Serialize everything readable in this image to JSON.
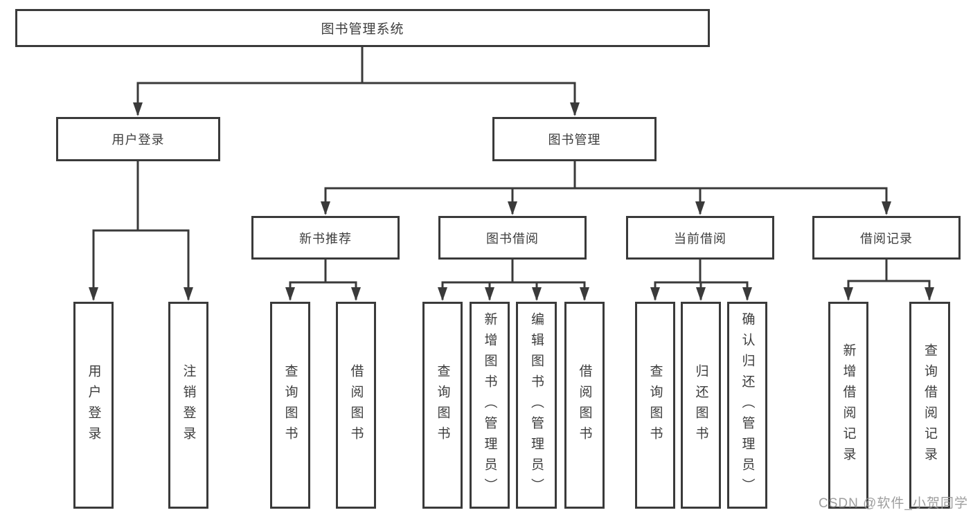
{
  "diagram": {
    "root": {
      "label": "图书管理系统"
    },
    "level2": [
      {
        "id": "user-login",
        "label": "用户登录"
      },
      {
        "id": "book-management",
        "label": "图书管理"
      }
    ],
    "level3": [
      {
        "id": "new-book-recommend",
        "label": "新书推荐"
      },
      {
        "id": "book-borrowing",
        "label": "图书借阅"
      },
      {
        "id": "current-borrowing",
        "label": "当前借阅"
      },
      {
        "id": "borrowing-records",
        "label": "借阅记录"
      }
    ],
    "leaves": {
      "user_login": [
        {
          "label": "用户登录"
        },
        {
          "label": "注销登录"
        }
      ],
      "new_book": [
        {
          "label": "查询图书"
        },
        {
          "label": "借阅图书"
        }
      ],
      "borrowing": [
        {
          "label": "查询图书"
        },
        {
          "label": "新增图书（管理员）"
        },
        {
          "label": "编辑图书（管理员）"
        },
        {
          "label": "借阅图书"
        }
      ],
      "current": [
        {
          "label": "查询图书"
        },
        {
          "label": "归还图书"
        },
        {
          "label": "确认归还（管理员）"
        }
      ],
      "records": [
        {
          "label": "新增借阅记录"
        },
        {
          "label": "查询借阅记录"
        }
      ]
    }
  },
  "watermark": {
    "text": "CSDN @软件_小贺同学"
  },
  "colors": {
    "line": "#3a3a3a",
    "box_border": "#3a3a3a",
    "background": "#ffffff",
    "text": "#3d3d3d",
    "watermark": "#969696"
  }
}
